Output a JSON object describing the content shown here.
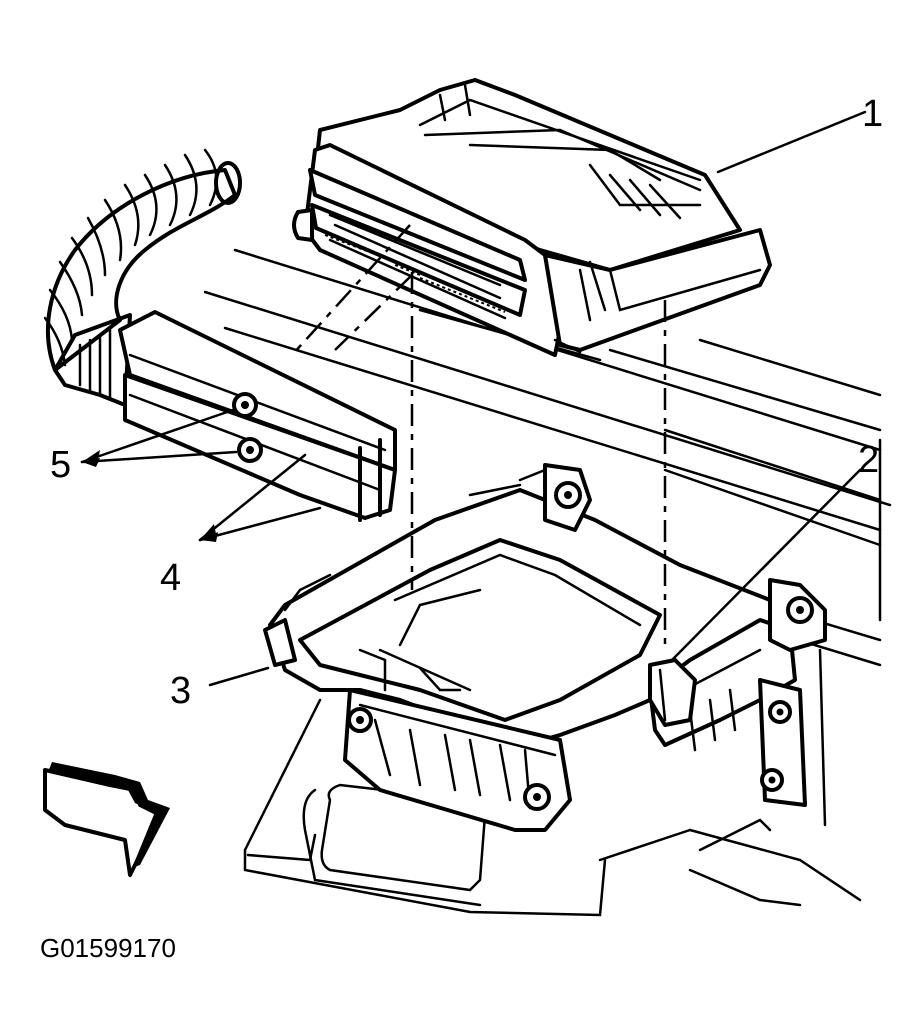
{
  "figure_id": "G01599170",
  "callouts": [
    {
      "label": "1"
    },
    {
      "label": "2"
    },
    {
      "label": "3"
    },
    {
      "label": "4"
    },
    {
      "label": "5"
    }
  ],
  "icons": [
    "front-direction-arrow-icon",
    "nut-icon",
    "bolt-icon"
  ]
}
